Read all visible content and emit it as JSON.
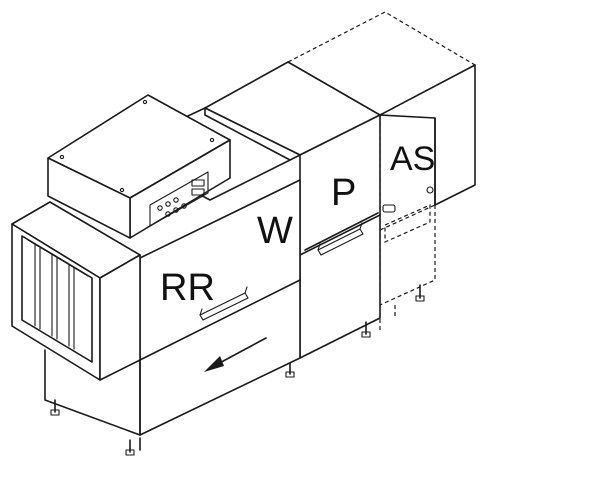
{
  "labels": {
    "rr": "RR",
    "w": "W",
    "p": "P",
    "as": "AS"
  },
  "colors": {
    "line": "#1a1a1a",
    "background": "#ffffff"
  },
  "icons": {
    "direction_arrow": "arrow-left-down-icon"
  }
}
